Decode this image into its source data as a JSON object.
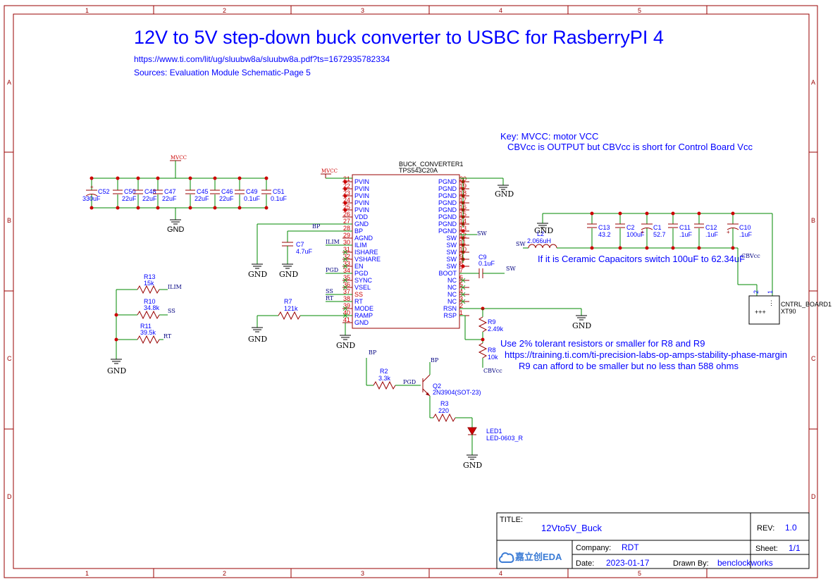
{
  "frame": {
    "col_labels": [
      "1",
      "2",
      "3",
      "4",
      "5"
    ],
    "row_labels": [
      "A",
      "B",
      "C",
      "D"
    ]
  },
  "header": {
    "title": "12V to 5V step-down buck converter to USBC for RasberryPI 4",
    "url": "https://www.ti.com/lit/ug/sluubw8a/sluubw8a.pdf?ts=1672935782334",
    "sources": "Sources: Evaluation Module Schematic-Page 5"
  },
  "notes": {
    "key1": "Key: MVCC: motor VCC",
    "key2": "CBVcc is OUTPUT but CBVcc is short for Control Board Vcc",
    "ceramic": "If it is Ceramic Capacitors switch 100uF to 62.34uF",
    "tol1": "Use 2% tolerant resistors or smaller for R8 and R9",
    "tol2": "https://training.ti.com/ti-precision-labs-op-amps-stability-phase-margin",
    "tol3": "R9 can afford to be smaller but no less than 588 ohms"
  },
  "ic": {
    "name": "BUCK_CONVERTER1",
    "part": "TPS543C20A",
    "left_pins": [
      {
        "num": "21",
        "name": "PVIN"
      },
      {
        "num": "22",
        "name": "PVIN"
      },
      {
        "num": "23",
        "name": "PVIN"
      },
      {
        "num": "24",
        "name": "PVIN"
      },
      {
        "num": "25",
        "name": "PVIN"
      },
      {
        "num": "26",
        "name": "VDD"
      },
      {
        "num": "27",
        "name": "GND"
      },
      {
        "num": "28",
        "name": "BP"
      },
      {
        "num": "29",
        "name": "AGND"
      },
      {
        "num": "30",
        "name": "ILIM"
      },
      {
        "num": "31",
        "name": "ISHARE"
      },
      {
        "num": "32",
        "name": "VSHARE"
      },
      {
        "num": "33",
        "name": "EN"
      },
      {
        "num": "34",
        "name": "PGD"
      },
      {
        "num": "35",
        "name": "SYNC"
      },
      {
        "num": "36",
        "name": "VSEL"
      },
      {
        "num": "37",
        "name": "SS"
      },
      {
        "num": "38",
        "name": "RT"
      },
      {
        "num": "39",
        "name": "MODE"
      },
      {
        "num": "40",
        "name": "RAMP"
      },
      {
        "num": "41",
        "name": "GND"
      }
    ],
    "right_pins": [
      {
        "num": "20",
        "name": "PGND"
      },
      {
        "num": "19",
        "name": "PGND"
      },
      {
        "num": "18",
        "name": "PGND"
      },
      {
        "num": "17",
        "name": "PGND"
      },
      {
        "num": "16",
        "name": "PGND"
      },
      {
        "num": "15",
        "name": "PGND"
      },
      {
        "num": "14",
        "name": "PGND"
      },
      {
        "num": "13",
        "name": "PGND"
      },
      {
        "num": "12",
        "name": "SW"
      },
      {
        "num": "11",
        "name": "SW"
      },
      {
        "num": "10",
        "name": "SW"
      },
      {
        "num": "9",
        "name": "SW"
      },
      {
        "num": "8",
        "name": "SW"
      },
      {
        "num": "7",
        "name": "BOOT"
      },
      {
        "num": "6",
        "name": "NC"
      },
      {
        "num": "5",
        "name": "NC"
      },
      {
        "num": "4",
        "name": "NC"
      },
      {
        "num": "3",
        "name": "NC"
      },
      {
        "num": "2",
        "name": "RSN"
      },
      {
        "num": "1",
        "name": "RSP"
      }
    ]
  },
  "input_caps": [
    {
      "ref": "C52",
      "val": "330uF"
    },
    {
      "ref": "C50",
      "val": "22uF"
    },
    {
      "ref": "C48",
      "val": "22uF"
    },
    {
      "ref": "C47",
      "val": "22uF"
    },
    {
      "ref": "C45",
      "val": "22uF"
    },
    {
      "ref": "C46",
      "val": "22uF"
    },
    {
      "ref": "C49",
      "val": "0.1uF"
    },
    {
      "ref": "C51",
      "val": "0.1uF"
    }
  ],
  "output_caps": [
    {
      "ref": "C13",
      "val": "43.2"
    },
    {
      "ref": "C2",
      "val": "100uF"
    },
    {
      "ref": "C1",
      "val": "52.7"
    },
    {
      "ref": "C11",
      "val": ".1uF"
    },
    {
      "ref": "C12",
      "val": ".1uF"
    },
    {
      "ref": "C10",
      "val": ".1uF"
    }
  ],
  "parts": {
    "c7": {
      "ref": "C7",
      "val": "4.7uF"
    },
    "c9": {
      "ref": "C9",
      "val": "0.1uF"
    },
    "l2": {
      "ref": "L2",
      "val": "2.066uH"
    },
    "r13": {
      "ref": "R13",
      "val": "15k"
    },
    "r10": {
      "ref": "R10",
      "val": "34.8k"
    },
    "r11": {
      "ref": "R11",
      "val": "39.5k"
    },
    "r7": {
      "ref": "R7",
      "val": "121k"
    },
    "r9": {
      "ref": "R9",
      "val": "2.49k"
    },
    "r8": {
      "ref": "R8",
      "val": "10k"
    },
    "r2": {
      "ref": "R2",
      "val": "3.3k"
    },
    "r3": {
      "ref": "R3",
      "val": "220"
    },
    "q2": {
      "ref": "Q2",
      "val": "2N3904(SOT-23)"
    },
    "led1": {
      "ref": "LED1",
      "val": "LED-0603_R"
    },
    "conn": {
      "ref": "CNTRL_BOARD1",
      "val": "XT90",
      "pin1": "1",
      "pin2": "2"
    }
  },
  "nets": {
    "mvcc": "MVCC",
    "gnd": "GND",
    "bp": "BP",
    "ilim": "ILIM",
    "pgd": "PGD",
    "ss": "SS",
    "rt": "RT",
    "sw": "SW",
    "cbvcc": "CBVcc"
  },
  "title_block": {
    "title_label": "TITLE:",
    "title": "12Vto5V_Buck",
    "rev_label": "REV:",
    "rev": "1.0",
    "company_label": "Company:",
    "company": "RDT",
    "sheet_label": "Sheet:",
    "sheet": "1/1",
    "date_label": "Date:",
    "date": "2023-01-17",
    "drawn_label": "Drawn By:",
    "drawn": "benclockworks",
    "logo": "嘉立创EDA"
  },
  "colors": {
    "frame": "#990000",
    "wire": "#008800",
    "text": "#0000ff",
    "junction": "#cc0000"
  }
}
